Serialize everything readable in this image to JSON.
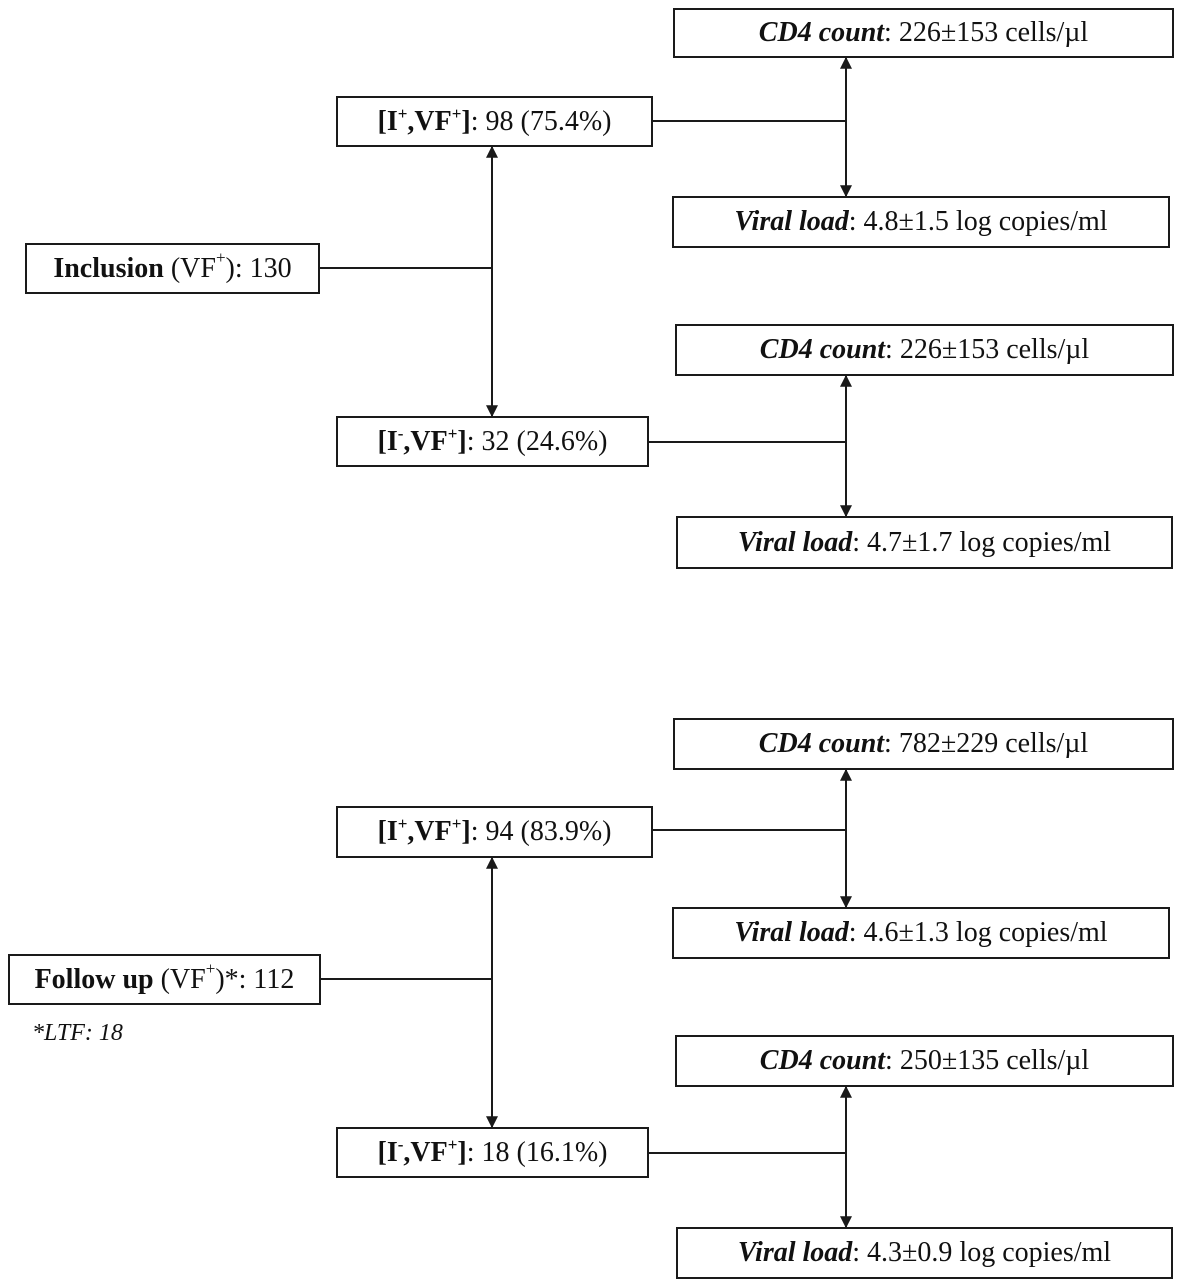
{
  "inclusion": {
    "root": {
      "label": "Inclusion",
      "vf": "VF",
      "sup": "+",
      "suffix": "): 130"
    },
    "pos": {
      "i": "I",
      "i_sup": "+",
      "vf": "VF",
      "vf_sup": "+",
      "value": ": 98 (75.4%)",
      "cd4_label": "CD4 count",
      "cd4_value": ": 226±153 cells/µl",
      "vl_label": "Viral load",
      "vl_value": ": 4.8±1.5 log copies/ml"
    },
    "neg": {
      "i": "I",
      "i_sup": "-",
      "vf": "VF",
      "vf_sup": "+",
      "value": ": 32 (24.6%)",
      "cd4_label": "CD4 count",
      "cd4_value": ": 226±153 cells/µl",
      "vl_label": "Viral load",
      "vl_value": ": 4.7±1.7 log copies/ml"
    }
  },
  "followup": {
    "root": {
      "label": "Follow up",
      "vf": "VF",
      "sup": "+",
      "suffix": ")*: 112"
    },
    "note": "*LTF: 18",
    "pos": {
      "i": "I",
      "i_sup": "+",
      "vf": "VF",
      "vf_sup": "+",
      "value": ": 94 (83.9%)",
      "cd4_label": "CD4 count",
      "cd4_value": ": 782±229 cells/µl",
      "vl_label": "Viral load",
      "vl_value": ": 4.6±1.3 log copies/ml"
    },
    "neg": {
      "i": "I",
      "i_sup": "-",
      "vf": "VF",
      "vf_sup": "+",
      "value": ": 18 (16.1%)",
      "cd4_label": "CD4 count",
      "cd4_value": ": 250±135 cells/µl",
      "vl_label": "Viral load",
      "vl_value": ": 4.3±0.9 log copies/ml"
    }
  },
  "colors": {
    "line": "#1a1a1a",
    "background": "#ffffff"
  }
}
